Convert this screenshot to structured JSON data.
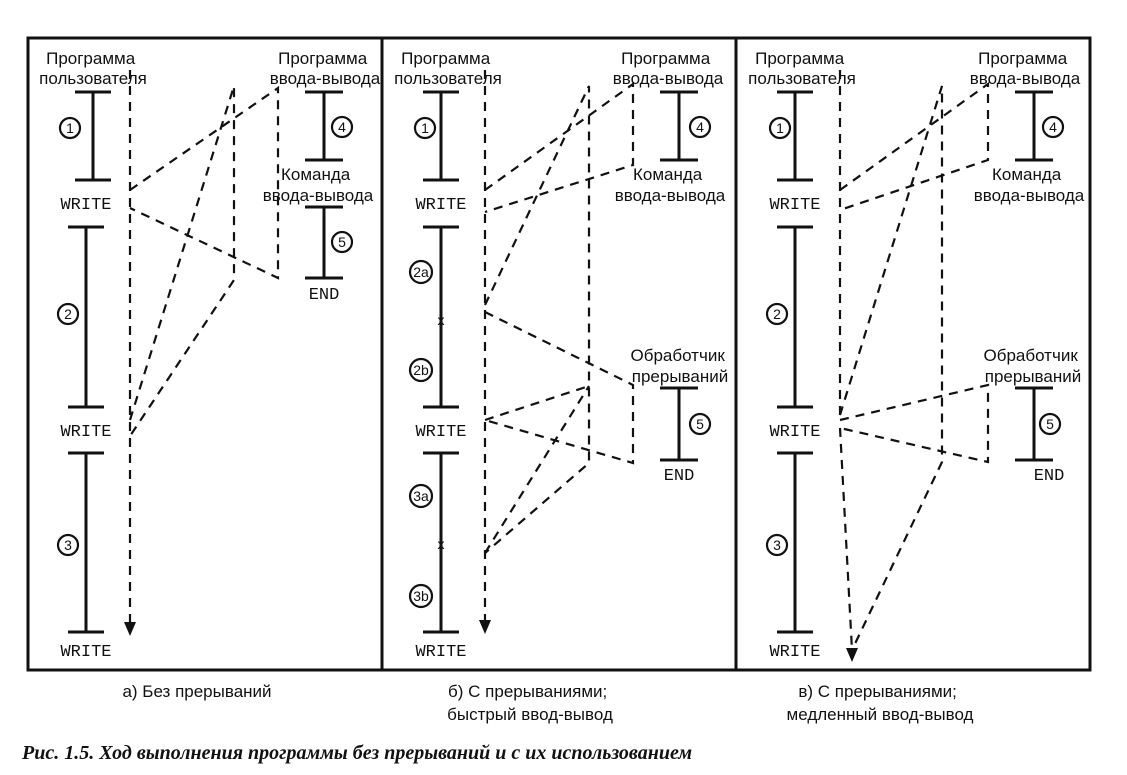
{
  "panels": [
    {
      "user_program_label": [
        "Программа",
        "пользователя"
      ],
      "io_program_label": [
        "Программа",
        "ввода-вывода"
      ],
      "io_command_label": [
        "Команда",
        "ввода-вывода"
      ],
      "handler_label": [],
      "write_labels": [
        "WRITE",
        "WRITE",
        "WRITE"
      ],
      "end_label": "END",
      "segment_numbers": [
        "1",
        "2",
        "3",
        "4",
        "5"
      ],
      "caption": [
        "а) Без прерываний"
      ]
    },
    {
      "user_program_label": [
        "Программа",
        "пользователя"
      ],
      "io_program_label": [
        "Программа",
        "ввода-вывода"
      ],
      "io_command_label": [
        "Команда",
        "ввода-вывода"
      ],
      "handler_label": [
        "Обработчик",
        "прерываний"
      ],
      "write_labels": [
        "WRITE",
        "WRITE",
        "WRITE"
      ],
      "end_label": "END",
      "segment_numbers": [
        "1",
        "2a",
        "2b",
        "3a",
        "3b",
        "4",
        "5"
      ],
      "interrupt_marks": [
        "x",
        "x"
      ],
      "caption": [
        "б) С прерываниями;",
        "быстрый ввод-вывод"
      ]
    },
    {
      "user_program_label": [
        "Программа",
        "пользователя"
      ],
      "io_program_label": [
        "Программа",
        "ввода-вывода"
      ],
      "io_command_label": [
        "Команда",
        "ввода-вывода"
      ],
      "handler_label": [
        "Обработчик",
        "прерываний"
      ],
      "write_labels": [
        "WRITE",
        "WRITE",
        "WRITE"
      ],
      "end_label": "END",
      "segment_numbers": [
        "1",
        "2",
        "3",
        "4",
        "5"
      ],
      "caption": [
        "в) С прерываниями;",
        "медленный ввод-вывод"
      ]
    }
  ],
  "figure_caption": "Рис. 1.5. Ход выполнения программы без прерываний и с их использованием"
}
